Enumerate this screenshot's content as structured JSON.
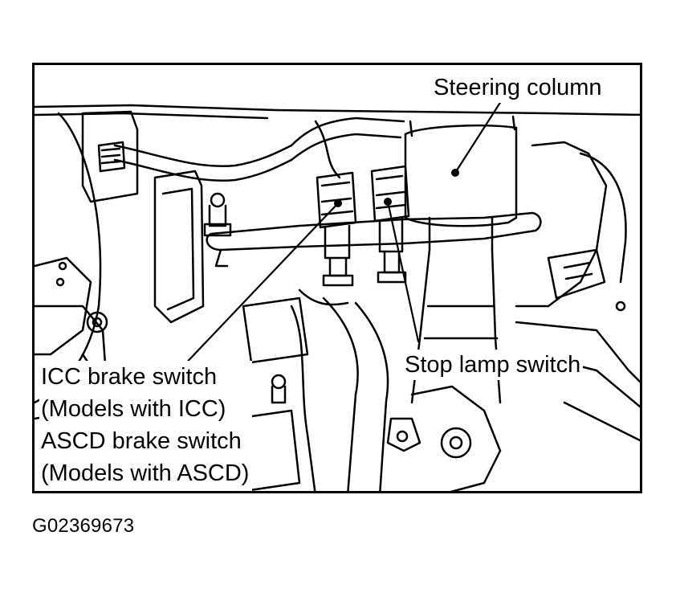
{
  "figure": {
    "callouts": {
      "steering_column": "Steering column",
      "stop_lamp_switch": "Stop lamp switch",
      "icc_brake_switch": "ICC brake switch",
      "icc_models": "(Models with ICC)",
      "ascd_brake_switch": "ASCD brake switch",
      "ascd_models": "(Models with ASCD)"
    },
    "figure_id": "G02369673"
  }
}
